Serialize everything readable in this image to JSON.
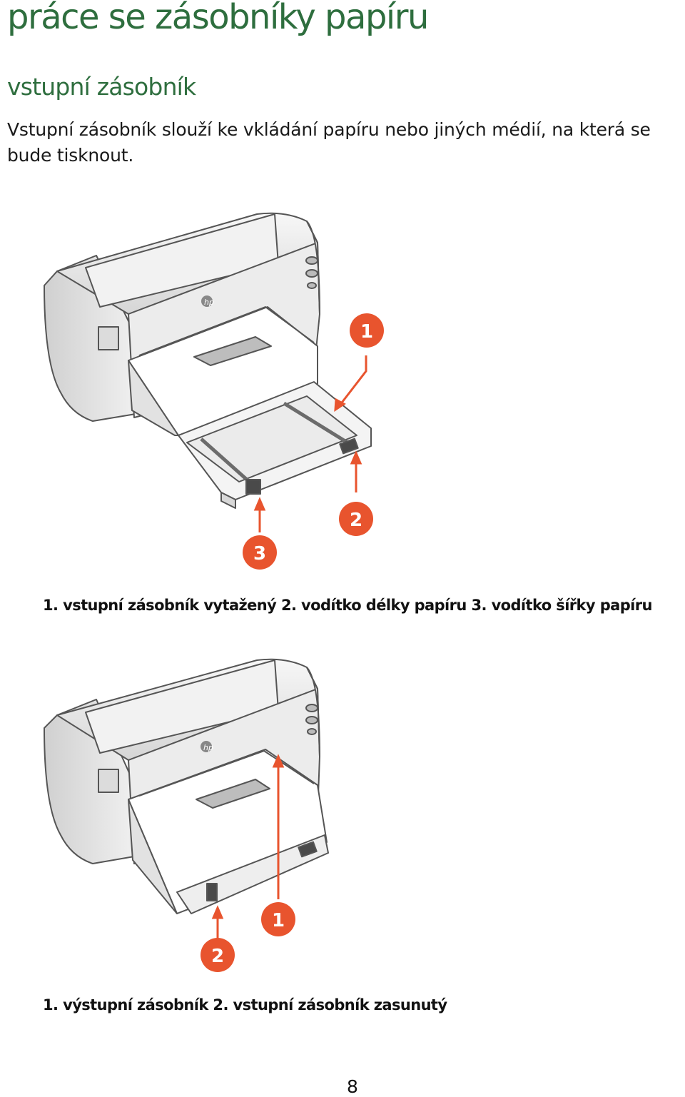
{
  "page": {
    "title": "práce se zásobníky papíru",
    "subtitle": "vstupní zásobník",
    "intro": "Vstupní zásobník slouží ke vkládání papíru nebo jiných médií, na která se bude tisknout.",
    "page_number": "8"
  },
  "figure1": {
    "callouts": [
      "1",
      "2",
      "3"
    ],
    "caption": "1. vstupní zásobník vytažený 2. vodítko délky papíru 3. vodítko šířky papíru"
  },
  "figure2": {
    "callouts": [
      "1",
      "2"
    ],
    "caption": "1. výstupní zásobník 2. vstupní zásobník zasunutý"
  },
  "colors": {
    "heading": "#2e6e3e",
    "callout": "#e8542e",
    "printer_body": "#e9e9e9",
    "outline": "#555555"
  },
  "icons": {
    "printer_logo": "hp-logo-icon"
  }
}
